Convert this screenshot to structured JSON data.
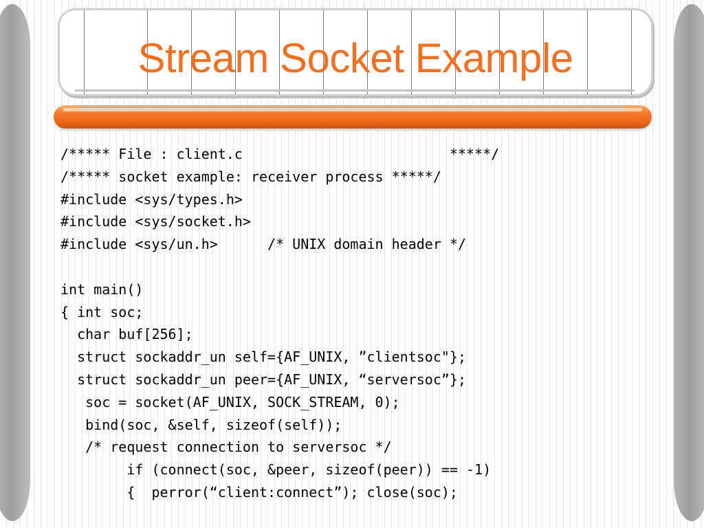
{
  "slide": {
    "title": "Stream Socket Example"
  },
  "code": {
    "lines": [
      "/***** File : client.c                         *****/",
      "/***** socket example: receiver process *****/",
      "#include <sys/types.h>",
      "#include <sys/socket.h>",
      "#include <sys/un.h>      /* UNIX domain header */",
      "",
      "int main()",
      "{ int soc;",
      "  char buf[256];",
      "  struct sockaddr_un self={AF_UNIX, ”clientsoc\"};",
      "  struct sockaddr_un peer={AF_UNIX, “serversoc”};",
      "   soc = socket(AF_UNIX, SOCK_STREAM, 0);",
      "   bind(soc, &self, sizeof(self));",
      "   /* request connection to serversoc */",
      "        if (connect(soc, &peer, sizeof(peer)) == -1)",
      "        {  perror(“client:connect”); close(soc);"
    ]
  },
  "colors": {
    "title": "#f37021",
    "accent_bar": "#ef6a18",
    "side_bars": "#a8a8a8"
  }
}
